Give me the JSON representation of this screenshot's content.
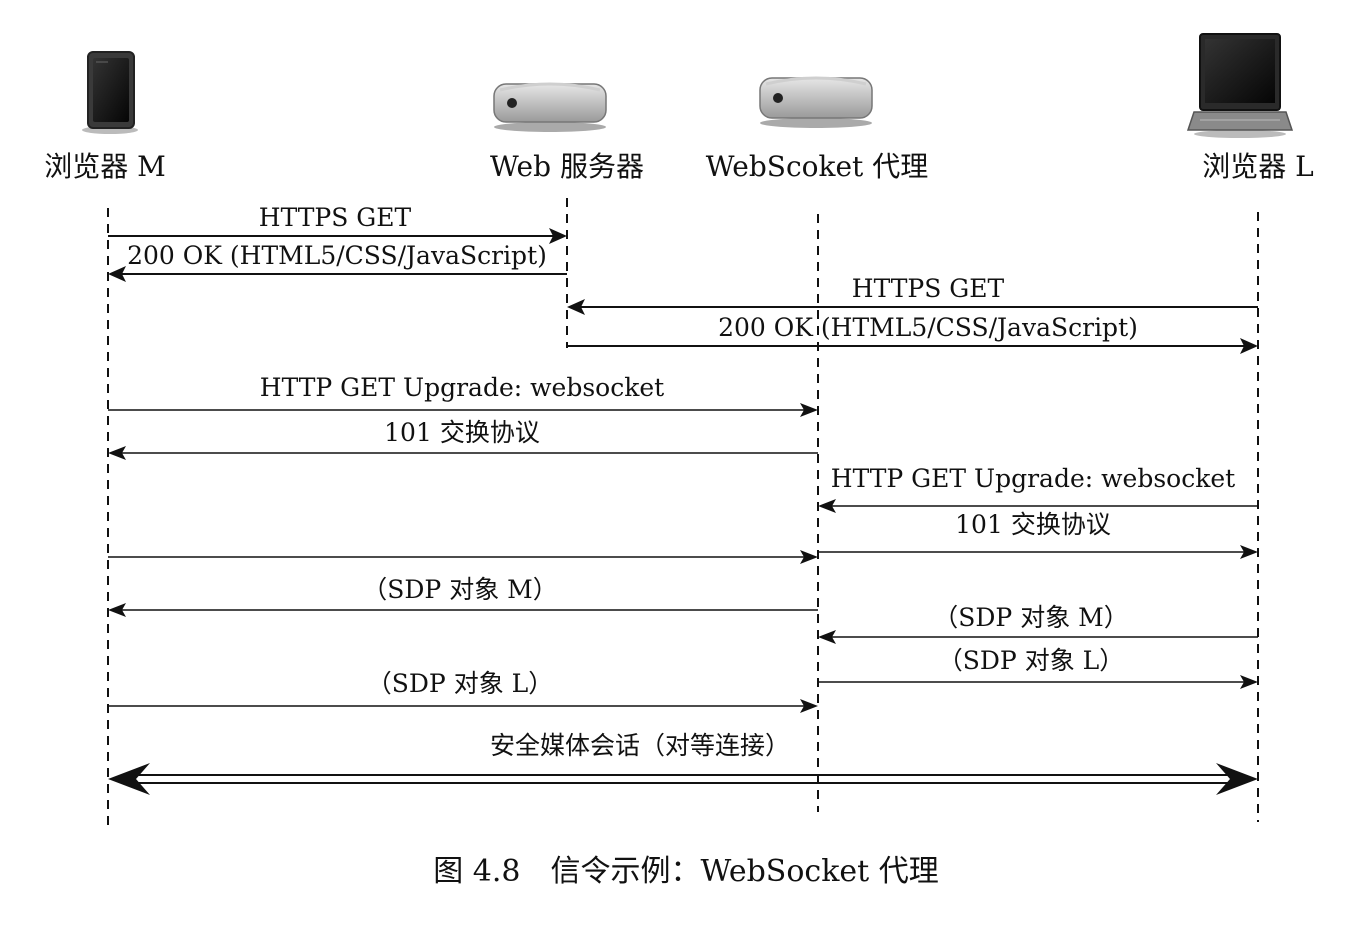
{
  "actors": {
    "browser_m": {
      "label": "浏览器 M",
      "icon": "tablet-icon"
    },
    "web_server": {
      "label": "Web 服务器",
      "icon": "server-icon"
    },
    "ws_proxy": {
      "label": "WebScoket 代理",
      "icon": "server-icon"
    },
    "browser_l": {
      "label": "浏览器 L",
      "icon": "laptop-icon"
    }
  },
  "messages": [
    {
      "label": "HTTPS GET",
      "from": "browser_m",
      "to": "web_server"
    },
    {
      "label": "200 OK (HTML5/CSS/JavaScript)",
      "from": "web_server",
      "to": "browser_m"
    },
    {
      "label": "HTTPS GET",
      "from": "browser_l",
      "to": "web_server"
    },
    {
      "label": "200 OK (HTML5/CSS/JavaScript)",
      "from": "web_server",
      "to": "browser_l"
    },
    {
      "label": "HTTP GET Upgrade: websocket",
      "from": "browser_m",
      "to": "ws_proxy"
    },
    {
      "label": "101 交换协议",
      "from": "ws_proxy",
      "to": "browser_m"
    },
    {
      "label": "HTTP GET Upgrade: websocket",
      "from": "browser_l",
      "to": "ws_proxy"
    },
    {
      "label": "101 交换协议",
      "from": "ws_proxy",
      "to": "browser_l"
    },
    {
      "label": "",
      "from": "browser_m",
      "to": "ws_proxy"
    },
    {
      "label": "",
      "from": "ws_proxy",
      "to": "browser_l"
    },
    {
      "label": "（SDP 对象 M）",
      "from": "ws_proxy",
      "to": "browser_m"
    },
    {
      "label": "（SDP 对象 M）",
      "from": "browser_l",
      "to": "ws_proxy"
    },
    {
      "label": "（SDP 对象 L）",
      "from": "ws_proxy",
      "to": "browser_l"
    },
    {
      "label": "（SDP 对象 L）",
      "from": "browser_m",
      "to": "ws_proxy"
    },
    {
      "label": "安全媒体会话（对等连接）",
      "from": "browser_m",
      "to": "browser_l",
      "bidirectional": true
    }
  ],
  "caption": "图 4.8　信令示例：WebSocket 代理"
}
